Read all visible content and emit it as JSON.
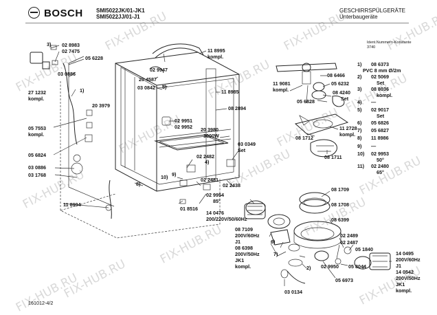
{
  "header": {
    "brand": "BOSCH",
    "models": [
      "SMI5022JK/01-JK1",
      "SMI5022JJ/01-J1"
    ],
    "category": [
      "GESCHIRRSPÜLGERÄTE",
      "Unterbaugeräte"
    ],
    "ident_label": [
      "Ident.Nummern-Konstante",
      "3740"
    ]
  },
  "footer": {
    "drawing_code": "161012-4/2"
  },
  "watermark": "FIX-HUB.RU",
  "parts_left": [
    {
      "id": "p3a",
      "text": "3)"
    },
    {
      "id": "p02_8983",
      "text": "02 8983"
    },
    {
      "id": "p02_7475",
      "text": "02 7475"
    },
    {
      "id": "p05_6228",
      "text": "05 6228"
    },
    {
      "id": "p03_0886a",
      "text": "03 0886"
    },
    {
      "id": "p27_1232",
      "text": "27 1232"
    },
    {
      "id": "p27_kompl",
      "text": "kompl."
    },
    {
      "id": "p1a",
      "text": "1)"
    },
    {
      "id": "p20_3979",
      "text": "20 3979"
    },
    {
      "id": "p05_7553",
      "text": "05 7553"
    },
    {
      "id": "p05_7553k",
      "text": "kompl."
    },
    {
      "id": "p05_6824",
      "text": "05 6824"
    },
    {
      "id": "p03_0886b",
      "text": "03 0886"
    },
    {
      "id": "p03_1768",
      "text": "03 1768"
    },
    {
      "id": "p11_8994",
      "text": "11 8994"
    },
    {
      "id": "p02_9947",
      "text": "02 9947"
    },
    {
      "id": "p20_4587",
      "text": "20 4587"
    },
    {
      "id": "p03_0842",
      "text": "03 0842"
    },
    {
      "id": "p5a",
      "text": "5)"
    },
    {
      "id": "p11_8995",
      "text": "11 8995"
    },
    {
      "id": "p11_8995k",
      "text": "kompl."
    },
    {
      "id": "p11_8985",
      "text": "11 8985"
    },
    {
      "id": "p08_2894",
      "text": "08 2894"
    },
    {
      "id": "p02_9951",
      "text": "02 9951"
    },
    {
      "id": "p02_9952",
      "text": "02 9952"
    },
    {
      "id": "p20_3980",
      "text": "20 3980"
    },
    {
      "id": "p3000w",
      "text": "3000W"
    },
    {
      "id": "p03_0349",
      "text": "03 0349"
    },
    {
      "id": "p03_0349s",
      "text": "Set"
    },
    {
      "id": "p02_2482",
      "text": "02 2482"
    },
    {
      "id": "p4a",
      "text": "4)"
    },
    {
      "id": "p10a",
      "text": "10)"
    },
    {
      "id": "p9a",
      "text": "9)"
    },
    {
      "id": "p8a",
      "text": "8)"
    },
    {
      "id": "p02_2481",
      "text": "02 2481"
    },
    {
      "id": "p02_2438",
      "text": "02 2438"
    },
    {
      "id": "p01_8516",
      "text": "01 8516"
    },
    {
      "id": "p02_9954",
      "text": "02 9954"
    },
    {
      "id": "p85",
      "text": "85°"
    }
  ],
  "parts_right": [
    {
      "id": "q11_9081",
      "text": "11 9081"
    },
    {
      "id": "q11_9081k",
      "text": "kompl."
    },
    {
      "id": "q08_6466",
      "text": "08 6466"
    },
    {
      "id": "q05_6232",
      "text": "05 6232"
    },
    {
      "id": "q08_4240",
      "text": "08 4240"
    },
    {
      "id": "q08_4240s",
      "text": "Set"
    },
    {
      "id": "q05_6828",
      "text": "05 6828"
    },
    {
      "id": "q11_2728",
      "text": "11 2728"
    },
    {
      "id": "q11_2728k",
      "text": "kompl."
    },
    {
      "id": "q08_1712",
      "text": "08 1712"
    },
    {
      "id": "q08_1711",
      "text": "08 1711"
    },
    {
      "id": "q08_1709",
      "text": "08 1709"
    },
    {
      "id": "q08_1708",
      "text": "08 1708"
    },
    {
      "id": "q08_6399",
      "text": "08 6399"
    },
    {
      "id": "q14_0476",
      "text": "14 0476"
    },
    {
      "id": "q14_0476v",
      "text": "200/220V/50/60Hz"
    },
    {
      "id": "q08_7109",
      "text": "08 7109"
    },
    {
      "id": "q08_7109v",
      "text": "200V/60Hz"
    },
    {
      "id": "q08_7109j",
      "text": "J1"
    },
    {
      "id": "q08_6398",
      "text": "08 6398"
    },
    {
      "id": "q08_6398v",
      "text": "200V/50Hz"
    },
    {
      "id": "q08_6398j",
      "text": "JK1"
    },
    {
      "id": "q08_6398k",
      "text": "kompl."
    },
    {
      "id": "q6a",
      "text": "6)"
    },
    {
      "id": "q7a",
      "text": "7)"
    },
    {
      "id": "q2a",
      "text": "2)"
    },
    {
      "id": "q02_2489",
      "text": "02 2489"
    },
    {
      "id": "q02_2487",
      "text": "02 2487"
    },
    {
      "id": "q05_1840",
      "text": "05 1840"
    },
    {
      "id": "q02_9950",
      "text": "02 9950"
    },
    {
      "id": "q05_8044",
      "text": "05 8044"
    },
    {
      "id": "q05_6973",
      "text": "05 6973"
    },
    {
      "id": "q03_0134",
      "text": "03 0134"
    },
    {
      "id": "q14_0495",
      "text": "14 0495"
    },
    {
      "id": "q14_0495v",
      "text": "200V/60Hz"
    },
    {
      "id": "q14_0495j",
      "text": "J1"
    },
    {
      "id": "q14_0542",
      "text": "14 0542"
    },
    {
      "id": "q14_0542v",
      "text": "200V/50Hz"
    },
    {
      "id": "q14_0542j",
      "text": "JK1"
    },
    {
      "id": "q14_0542k",
      "text": "kompl."
    }
  ],
  "legend": [
    {
      "n": "1)",
      "code": "08 6373",
      "note": "PVC 8 mm Ø/2m"
    },
    {
      "n": "2)",
      "code": "02 5069",
      "note": "Set"
    },
    {
      "n": "3)",
      "code": "08 8036",
      "note": "kompl."
    },
    {
      "n": "4)",
      "code": "—",
      "note": ""
    },
    {
      "n": "5)",
      "code": "02 9017",
      "note": "Set"
    },
    {
      "n": "6)",
      "code": "05 6826",
      "note": ""
    },
    {
      "n": "7)",
      "code": "05 6827",
      "note": ""
    },
    {
      "n": "8)",
      "code": "11 8986",
      "note": ""
    },
    {
      "n": "9)",
      "code": "—",
      "note": ""
    },
    {
      "n": "10)",
      "code": "02 9953",
      "note": "50°"
    },
    {
      "n": "11)",
      "code": "02 2480",
      "note": "65°"
    }
  ]
}
